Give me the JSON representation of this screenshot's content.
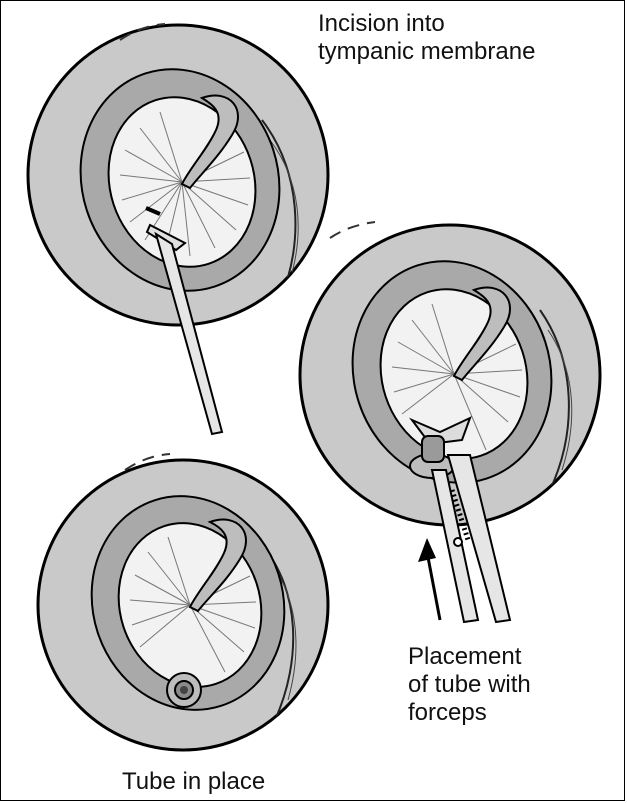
{
  "labels": {
    "incision": [
      "Incision into",
      "tympanic membrane"
    ],
    "placement": [
      "Placement",
      "of tube with",
      "forceps"
    ],
    "tube_in_place": "Tube in place"
  }
}
